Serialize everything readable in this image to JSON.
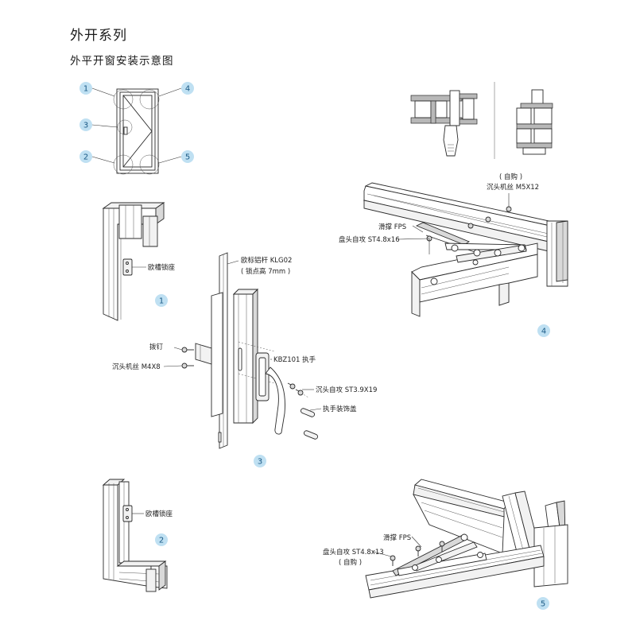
{
  "title": "外开系列",
  "subtitle": "外平开窗安装示意图",
  "overview": {
    "markers": [
      "1",
      "2",
      "3",
      "4",
      "5"
    ]
  },
  "figure1": {
    "number": "1",
    "label": "欧槽锁座"
  },
  "figure2": {
    "number": "2",
    "label": "欧槽锁座"
  },
  "figure3": {
    "number": "3",
    "labels": {
      "rod": "欧标铝杆 KLG02",
      "rod_note": "( 锁点高 7mm )",
      "pin": "拨钉",
      "screw_m4": "沉头机丝 M4X8",
      "handle": "KBZ101 执手",
      "screw_st39": "沉头自攻 ST3.9X19",
      "cover": "执手装饰盖"
    }
  },
  "figure4": {
    "number": "4",
    "labels": {
      "self_supplied": "( 自购 )",
      "screw_m5": "沉头机丝 M5X12",
      "stay": "滑撑 FPS",
      "screw_st48": "盘头自攻 ST4.8x16"
    }
  },
  "figure5": {
    "number": "5",
    "labels": {
      "stay": "滑撑 FPS",
      "screw": "盘头自攻 ST4.8x13",
      "self_supplied": "( 自购 )"
    }
  },
  "colors": {
    "badge_fill": "#bfe0f2",
    "badge_text": "#1b5a86",
    "line": "#2a2a2a"
  }
}
